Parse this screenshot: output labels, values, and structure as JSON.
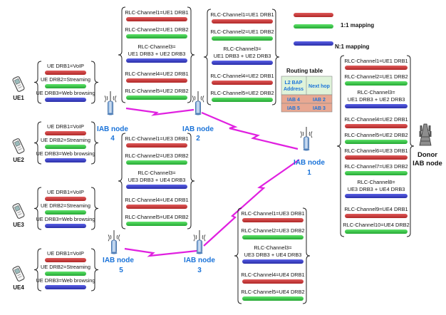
{
  "colors": {
    "one_to_one_bar": "#cc3a3a",
    "green_bar": "#38c94a",
    "n_to_one_bar": "#3a3fcc",
    "node_label": "#1a73d9",
    "wireless_link": "#e020e0",
    "routing_header_bg": "#dff3da",
    "routing_row_bg": "#e8a892"
  },
  "legend": {
    "one_to_one": "1:1 mapping",
    "n_to_one": "N:1 mapping"
  },
  "routing_table": {
    "title": "Routing table",
    "headers": [
      "L2 BAP Address",
      "Next hop"
    ],
    "rows": [
      [
        "IAB 4",
        "IAB 2"
      ],
      [
        "IAB 5",
        "IAB 3"
      ]
    ]
  },
  "nodes": {
    "iab1": {
      "name": "IAB node",
      "num": "1"
    },
    "iab2": {
      "name": "IAB node",
      "num": "2"
    },
    "iab3": {
      "name": "IAB node",
      "num": "3"
    },
    "iab4": {
      "name": "IAB node",
      "num": "4"
    },
    "iab5": {
      "name": "IAB node",
      "num": "5"
    },
    "donor": {
      "line1": "Donor",
      "line2": "IAB node"
    }
  },
  "ues": {
    "ue1": {
      "name": "UE1",
      "drbs": [
        "UE DRB1=VoIP",
        "UE DRB2=Streaming",
        "UE DRB3=Web browsing"
      ]
    },
    "ue2": {
      "name": "UE2",
      "drbs": [
        "UE DRB1=VoIP",
        "UE DRB2=Streaming",
        "UE DRB3=Web browsing"
      ]
    },
    "ue3": {
      "name": "UE3",
      "drbs": [
        "UE DRB1=VoIP",
        "UE DRB2=Streaming",
        "UE DRB3=Web browsing"
      ]
    },
    "ue4": {
      "name": "UE4",
      "drbs": [
        "UE DRB1=VoIP",
        "UE DRB2=Streaming",
        "UE DRB3=Web browsing"
      ]
    }
  },
  "channel_groups": {
    "iab4_top": [
      "RLC-Channel1=UE1 DRB1",
      "RLC-Channel2=UE1 DRB2",
      "RLC-Channel3=",
      "UE1 DRB3 + UE2 DRB3",
      "RLC-Channel4=UE2 DRB1",
      "RLC-Channel5=UE2 DRB2"
    ],
    "iab2_top": [
      "RLC-Channel1=UE1 DRB1",
      "RLC-Channel2=UE1 DRB2",
      "RLC-Channel3=",
      "UE1 DRB3 + UE2 DRB3",
      "RLC-Channel4=UE2 DRB1",
      "RLC-Channel5=UE2 DRB2"
    ],
    "iab5_mid": [
      "RLC-Channel1=UE3 DRB1",
      "RLC-Channel2=UE3 DRB2",
      "RLC-Channel3=",
      "UE3 DRB3 + UE4 DRB3",
      "RLC-Channel4=UE4 DRB1",
      "RLC-Channel5=UE4 DRB2"
    ],
    "iab3_bottom": [
      "RLC-Channel1=UE3 DRB1",
      "RLC-Channel2=UE3 DRB2",
      "RLC-Channel3=",
      "UE3 DRB3 + UE4 DRB3",
      "RLC-Channel4=UE4 DRB1",
      "RLC-Channel5=UE4 DRB2"
    ],
    "donor": [
      "RLC-Channel1=UE1 DRB1",
      "RLC-Channel2=UE1 DRB2",
      "RLC-Channel3=",
      "UE1 DRB3 + UE2 DRB3",
      "RLC-Channel4=UE2 DRB1",
      "RLC-Channel5=UE2 DRB2",
      "RLC-Channel6=UE3 DRB1",
      "RLC-Channel7=UE3 DRB2",
      "RLC-Channel8=",
      "UE3 DRB3 + UE4 DRB3",
      "RLC-Channel9=UE4 DRB1",
      "RLC-Channel10=UE4 DRB2"
    ]
  }
}
